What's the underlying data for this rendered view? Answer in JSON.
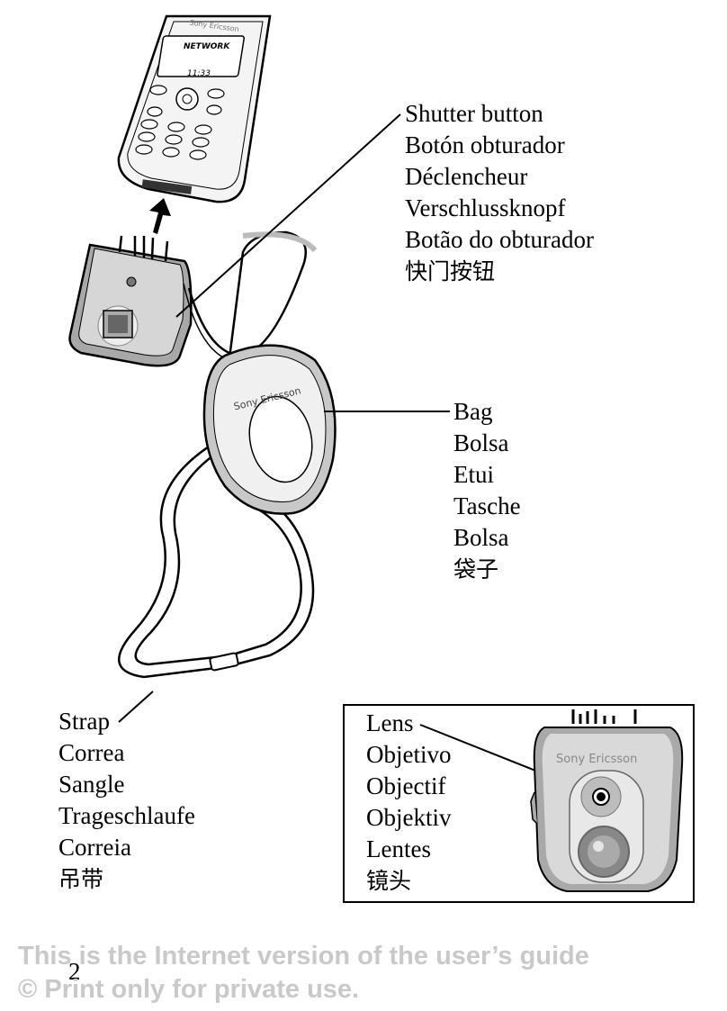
{
  "labels": {
    "shutter_button": [
      "Shutter button",
      "Botón obturador",
      "Déclencheur",
      "Verschlussknopf",
      "Botão do obturador",
      "快门按钮"
    ],
    "bag": [
      "Bag",
      "Bolsa",
      "Etui",
      "Tasche",
      "Bolsa",
      "袋子"
    ],
    "strap": [
      "Strap",
      "Correa",
      "Sangle",
      "Trageschlaufe",
      "Correia",
      "吊带"
    ],
    "lens": [
      "Lens",
      "Objetivo",
      "Objectif",
      "Objektiv",
      "Lentes",
      "镜头"
    ]
  },
  "device_text": {
    "phone_brand": "Sony Ericsson",
    "phone_screen_network": "NETWORK",
    "phone_screen_time": "11:33",
    "bag_brand": "Sony Ericsson",
    "camera_brand": "Sony Ericsson"
  },
  "page_number": "2",
  "watermark": {
    "line1": "This is the Internet version of the user’s guide",
    "line2": "© Print only for private use."
  }
}
